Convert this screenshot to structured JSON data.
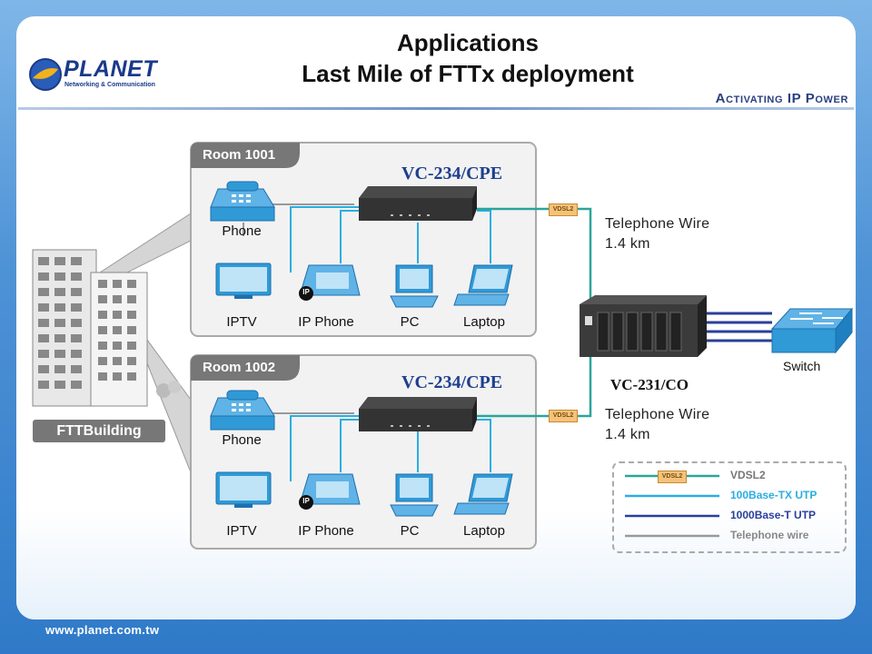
{
  "header": {
    "title_line1": "Applications",
    "title_line2": "Last Mile of FTTx deployment",
    "tagline": "Activating IP Power",
    "logo_text": "PLANET",
    "logo_subtext": "Networking & Communication"
  },
  "footer": {
    "url": "www.planet.com.tw"
  },
  "building": {
    "label": "FTTBuilding"
  },
  "rooms": [
    {
      "name": "Room 1001",
      "cpe": "VC-234/CPE",
      "devices": [
        "Phone",
        "IPTV",
        "IP Phone",
        "PC",
        "Laptop"
      ],
      "ip_badge": "IP",
      "vdsl_tag": "VDSL2"
    },
    {
      "name": "Room 1002",
      "cpe": "VC-234/CPE",
      "devices": [
        "Phone",
        "IPTV",
        "IP Phone",
        "PC",
        "Laptop"
      ],
      "ip_badge": "IP",
      "vdsl_tag": "VDSL2"
    }
  ],
  "links": [
    {
      "line1": "Telephone Wire",
      "line2": "1.4 km"
    },
    {
      "line1": "Telephone Wire",
      "line2": "1.4 km"
    }
  ],
  "co": {
    "label": "VC-231/CO"
  },
  "switch": {
    "label": "Switch"
  },
  "legend": {
    "items": [
      {
        "tag": "VDSL2",
        "label": "VDSL2",
        "color": "#2aa59a"
      },
      {
        "label": "100Base-TX UTP",
        "color": "#2aaee0"
      },
      {
        "label": "1000Base-T UTP",
        "color": "#2a3f9a"
      },
      {
        "label": "Telephone wire",
        "color": "#999999"
      }
    ]
  },
  "colors": {
    "vdsl": "#2aa59a",
    "utp100": "#2aaee0",
    "utp1000": "#2a3f9a",
    "telephone": "#999999",
    "device_blue": "#2f9ad6",
    "title_blue": "#1e3f8f"
  }
}
